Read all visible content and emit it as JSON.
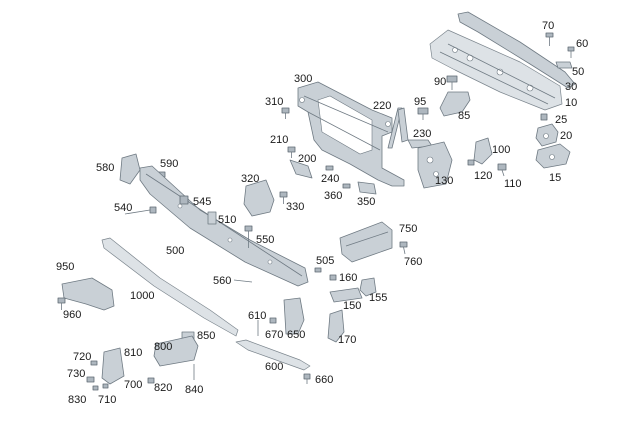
{
  "diagram": {
    "labels": [
      "70",
      "60",
      "50",
      "30",
      "10",
      "300",
      "90",
      "95",
      "85",
      "310",
      "220",
      "25",
      "20",
      "230",
      "210",
      "200",
      "100",
      "580",
      "590",
      "240",
      "120",
      "110",
      "15",
      "130",
      "320",
      "360",
      "350",
      "545",
      "540",
      "330",
      "510",
      "750",
      "550",
      "500",
      "760",
      "950",
      "505",
      "160",
      "560",
      "155",
      "1000",
      "150",
      "960",
      "610",
      "670",
      "650",
      "850",
      "170",
      "720",
      "810",
      "800",
      "600",
      "730",
      "700",
      "820",
      "660",
      "840",
      "830",
      "710"
    ]
  }
}
